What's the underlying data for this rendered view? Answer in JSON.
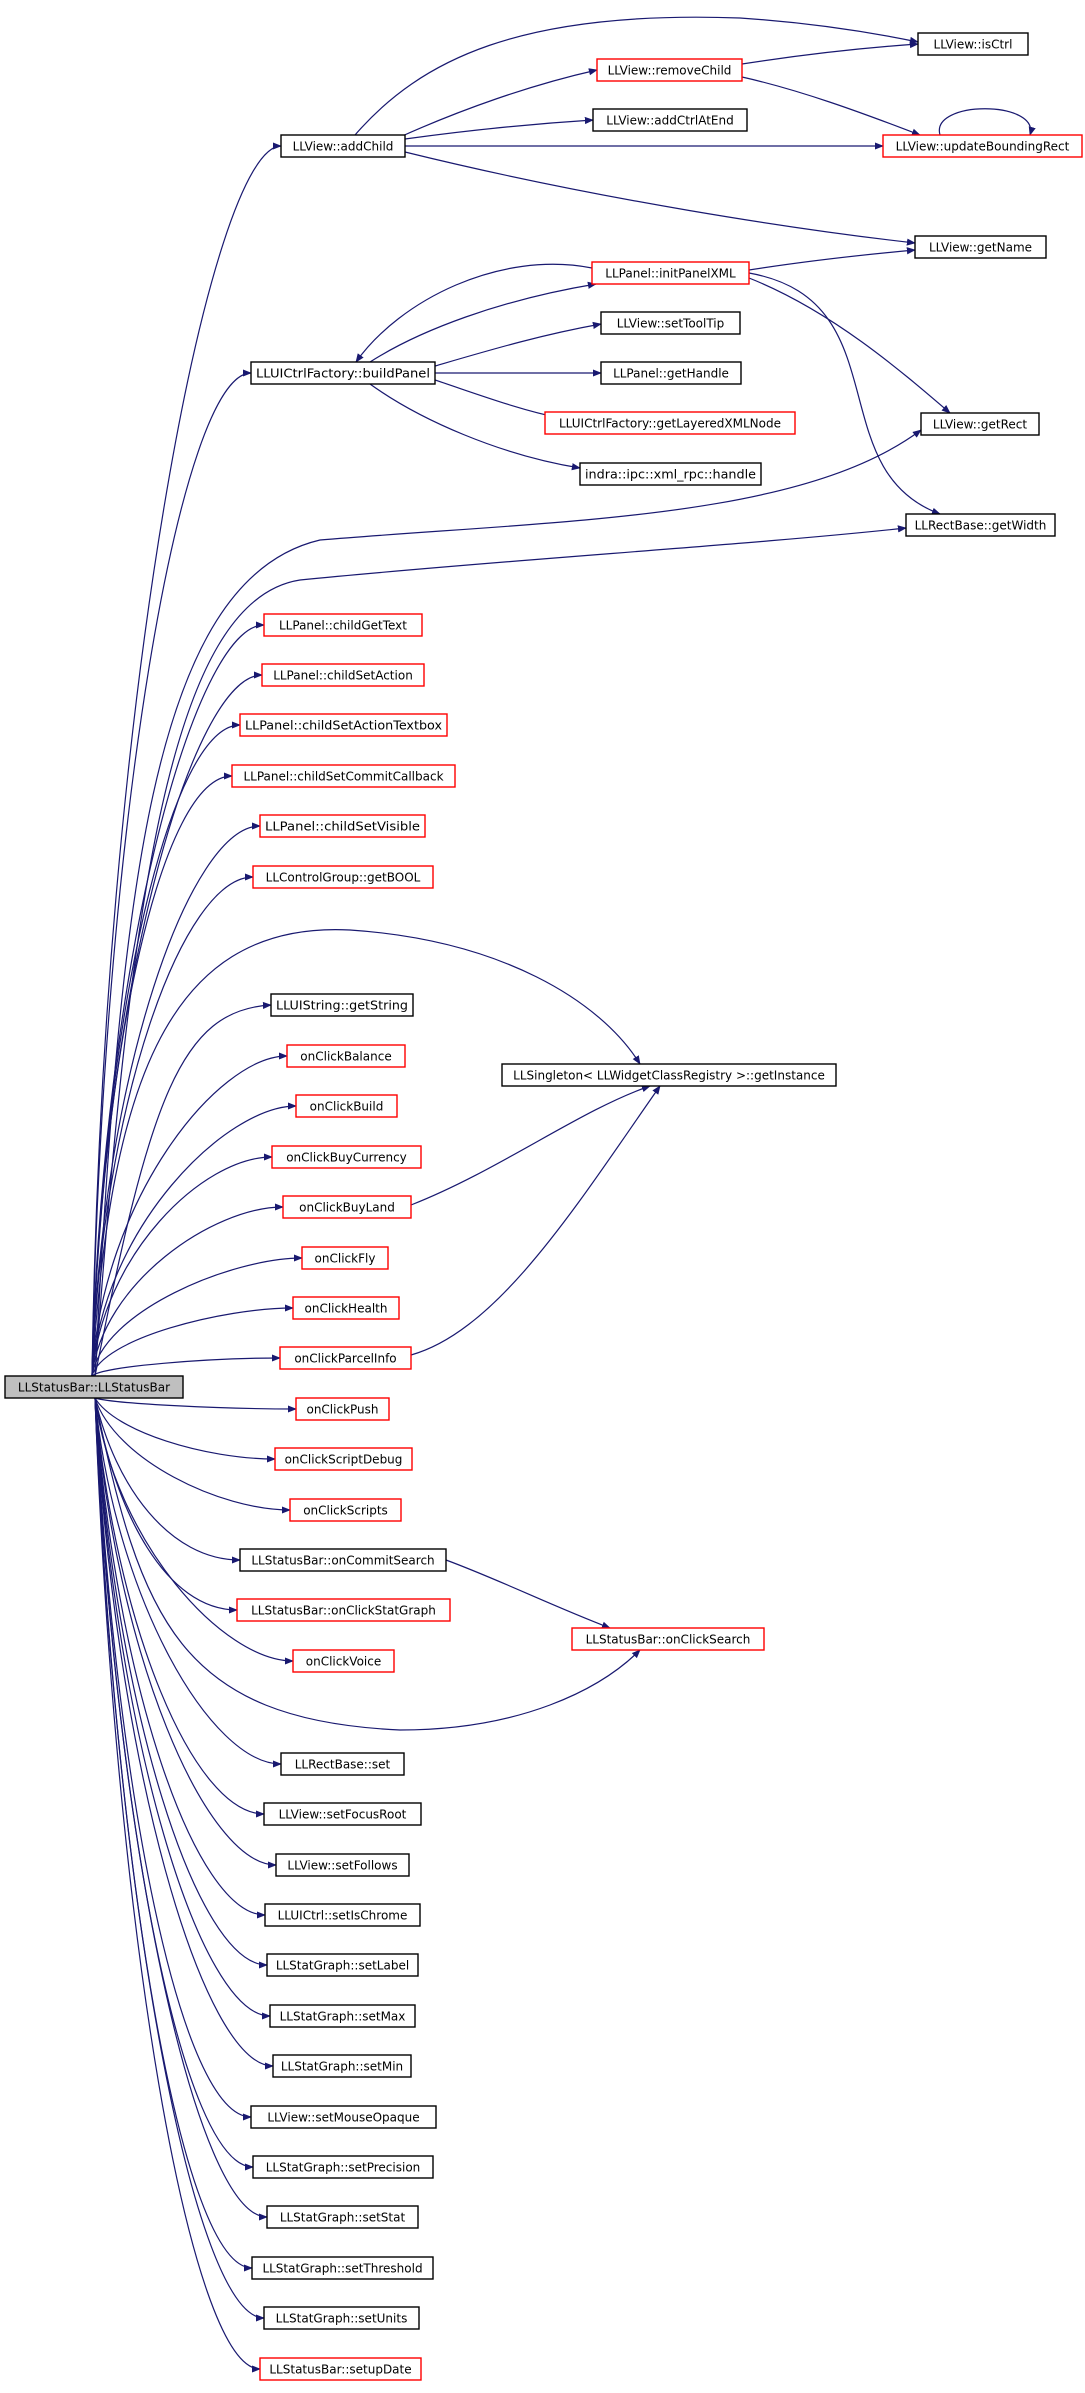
{
  "colors": {
    "edge": "#191970",
    "normal_border": "#000000",
    "highlight_border": "#ff0000",
    "root_fill": "#bfbfbf",
    "node_fill": "#ffffff"
  },
  "nodes": {
    "root": {
      "label": "LLStatusBar::LLStatusBar",
      "style": "root"
    },
    "addChild": {
      "label": "LLView::addChild",
      "style": "normal"
    },
    "isCtrl": {
      "label": "LLView::isCtrl",
      "style": "normal"
    },
    "removeChild": {
      "label": "LLView::removeChild",
      "style": "highlight"
    },
    "addCtrlAtEnd": {
      "label": "LLView::addCtrlAtEnd",
      "style": "normal"
    },
    "updateBoundingRect": {
      "label": "LLView::updateBoundingRect",
      "style": "highlight"
    },
    "getName": {
      "label": "LLView::getName",
      "style": "normal"
    },
    "initPanelXML": {
      "label": "LLPanel::initPanelXML",
      "style": "highlight"
    },
    "buildPanel": {
      "label": "LLUICtrlFactory::buildPanel",
      "style": "normal"
    },
    "setToolTip": {
      "label": "LLView::setToolTip",
      "style": "normal"
    },
    "getHandle": {
      "label": "LLPanel::getHandle",
      "style": "normal"
    },
    "getLayeredXMLNode": {
      "label": "LLUICtrlFactory::getLayeredXMLNode",
      "style": "highlight"
    },
    "getRect": {
      "label": "LLView::getRect",
      "style": "normal"
    },
    "xmlrpcHandle": {
      "label": "indra::ipc::xml_rpc::handle",
      "style": "normal"
    },
    "getWidth": {
      "label": "LLRectBase::getWidth",
      "style": "normal"
    },
    "childGetText": {
      "label": "LLPanel::childGetText",
      "style": "highlight"
    },
    "childSetAction": {
      "label": "LLPanel::childSetAction",
      "style": "highlight"
    },
    "childSetActionTextbox": {
      "label": "LLPanel::childSetActionTextbox",
      "style": "highlight"
    },
    "childSetCommitCallback": {
      "label": "LLPanel::childSetCommitCallback",
      "style": "highlight"
    },
    "childSetVisible": {
      "label": "LLPanel::childSetVisible",
      "style": "highlight"
    },
    "getBOOL": {
      "label": "LLControlGroup::getBOOL",
      "style": "highlight"
    },
    "getString": {
      "label": "LLUIString::getString",
      "style": "normal"
    },
    "getInstance": {
      "label": "LLSingleton< LLWidgetClassRegistry >::getInstance",
      "style": "normal"
    },
    "onClickBalance": {
      "label": "onClickBalance",
      "style": "highlight"
    },
    "onClickBuild": {
      "label": "onClickBuild",
      "style": "highlight"
    },
    "onClickBuyCurrency": {
      "label": "onClickBuyCurrency",
      "style": "highlight"
    },
    "onClickBuyLand": {
      "label": "onClickBuyLand",
      "style": "highlight"
    },
    "onClickFly": {
      "label": "onClickFly",
      "style": "highlight"
    },
    "onClickHealth": {
      "label": "onClickHealth",
      "style": "highlight"
    },
    "onClickParcelInfo": {
      "label": "onClickParcelInfo",
      "style": "highlight"
    },
    "onClickPush": {
      "label": "onClickPush",
      "style": "highlight"
    },
    "onClickScriptDebug": {
      "label": "onClickScriptDebug",
      "style": "highlight"
    },
    "onClickScripts": {
      "label": "onClickScripts",
      "style": "highlight"
    },
    "onCommitSearch": {
      "label": "LLStatusBar::onCommitSearch",
      "style": "normal"
    },
    "onClickStatGraph": {
      "label": "LLStatusBar::onClickStatGraph",
      "style": "highlight"
    },
    "onClickSearch": {
      "label": "LLStatusBar::onClickSearch",
      "style": "highlight"
    },
    "onClickVoice": {
      "label": "onClickVoice",
      "style": "highlight"
    },
    "rectSet": {
      "label": "LLRectBase::set",
      "style": "normal"
    },
    "setFocusRoot": {
      "label": "LLView::setFocusRoot",
      "style": "normal"
    },
    "setFollows": {
      "label": "LLView::setFollows",
      "style": "normal"
    },
    "setIsChrome": {
      "label": "LLUICtrl::setIsChrome",
      "style": "normal"
    },
    "setLabel": {
      "label": "LLStatGraph::setLabel",
      "style": "normal"
    },
    "setMax": {
      "label": "LLStatGraph::setMax",
      "style": "normal"
    },
    "setMin": {
      "label": "LLStatGraph::setMin",
      "style": "normal"
    },
    "setMouseOpaque": {
      "label": "LLView::setMouseOpaque",
      "style": "normal"
    },
    "setPrecision": {
      "label": "LLStatGraph::setPrecision",
      "style": "normal"
    },
    "setStat": {
      "label": "LLStatGraph::setStat",
      "style": "normal"
    },
    "setThreshold": {
      "label": "LLStatGraph::setThreshold",
      "style": "normal"
    },
    "setUnits": {
      "label": "LLStatGraph::setUnits",
      "style": "normal"
    },
    "setupDate": {
      "label": "LLStatusBar::setupDate",
      "style": "highlight"
    }
  },
  "edges": [
    [
      "root",
      "addChild"
    ],
    [
      "addChild",
      "isCtrl"
    ],
    [
      "addChild",
      "removeChild"
    ],
    [
      "removeChild",
      "isCtrl"
    ],
    [
      "removeChild",
      "updateBoundingRect"
    ],
    [
      "addChild",
      "addCtrlAtEnd"
    ],
    [
      "addChild",
      "updateBoundingRect"
    ],
    [
      "updateBoundingRect",
      "updateBoundingRect"
    ],
    [
      "addChild",
      "getName"
    ],
    [
      "root",
      "buildPanel"
    ],
    [
      "buildPanel",
      "initPanelXML"
    ],
    [
      "initPanelXML",
      "buildPanel"
    ],
    [
      "initPanelXML",
      "getName"
    ],
    [
      "initPanelXML",
      "getRect"
    ],
    [
      "initPanelXML",
      "getWidth"
    ],
    [
      "buildPanel",
      "setToolTip"
    ],
    [
      "buildPanel",
      "getHandle"
    ],
    [
      "buildPanel",
      "getLayeredXMLNode"
    ],
    [
      "buildPanel",
      "xmlrpcHandle"
    ],
    [
      "root",
      "getRect"
    ],
    [
      "root",
      "getWidth"
    ],
    [
      "root",
      "childGetText"
    ],
    [
      "root",
      "childSetAction"
    ],
    [
      "root",
      "childSetActionTextbox"
    ],
    [
      "root",
      "childSetCommitCallback"
    ],
    [
      "root",
      "childSetVisible"
    ],
    [
      "root",
      "getBOOL"
    ],
    [
      "root",
      "getInstance"
    ],
    [
      "root",
      "getString"
    ],
    [
      "root",
      "onClickBalance"
    ],
    [
      "root",
      "onClickBuild"
    ],
    [
      "root",
      "onClickBuyCurrency"
    ],
    [
      "root",
      "onClickBuyLand"
    ],
    [
      "onClickBuyLand",
      "getInstance"
    ],
    [
      "root",
      "onClickFly"
    ],
    [
      "root",
      "onClickHealth"
    ],
    [
      "root",
      "onClickParcelInfo"
    ],
    [
      "onClickParcelInfo",
      "getInstance"
    ],
    [
      "root",
      "onClickPush"
    ],
    [
      "root",
      "onClickScriptDebug"
    ],
    [
      "root",
      "onClickScripts"
    ],
    [
      "root",
      "onCommitSearch"
    ],
    [
      "onCommitSearch",
      "onClickSearch"
    ],
    [
      "root",
      "onClickStatGraph"
    ],
    [
      "root",
      "onClickVoice"
    ],
    [
      "root",
      "onClickSearch"
    ],
    [
      "root",
      "rectSet"
    ],
    [
      "root",
      "setFocusRoot"
    ],
    [
      "root",
      "setFollows"
    ],
    [
      "root",
      "setIsChrome"
    ],
    [
      "root",
      "setLabel"
    ],
    [
      "root",
      "setMax"
    ],
    [
      "root",
      "setMin"
    ],
    [
      "root",
      "setMouseOpaque"
    ],
    [
      "root",
      "setPrecision"
    ],
    [
      "root",
      "setStat"
    ],
    [
      "root",
      "setThreshold"
    ],
    [
      "root",
      "setUnits"
    ],
    [
      "root",
      "setupDate"
    ]
  ]
}
